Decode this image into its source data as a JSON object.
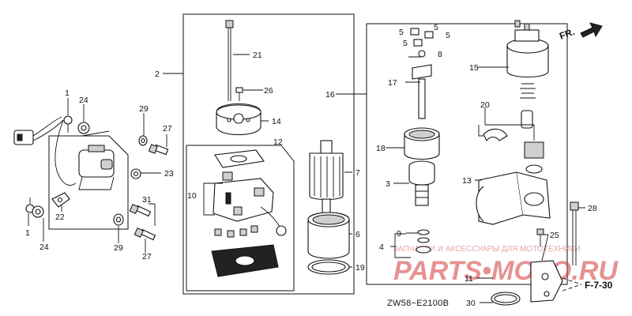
{
  "diagram": {
    "code": "ZW58−E2100B",
    "direction_label": "FR.",
    "reference_label": "F-7-30",
    "watermark_small": "ЗАПЧАСТИ И АКСЕССУАРЫ ДЛЯ МОТОТЕХНИКИ",
    "watermark_big": "PARTS•MOTO.RU"
  },
  "callouts": {
    "c1a": "1",
    "c1b": "1",
    "c2": "2",
    "c3": "3",
    "c4": "4",
    "c5a": "5",
    "c5b": "5",
    "c5c": "5",
    "c5d": "5",
    "c6": "6",
    "c7": "7",
    "c8": "8",
    "c9": "9",
    "c10": "10",
    "c11": "11",
    "c12": "12",
    "c13": "13",
    "c14": "14",
    "c15": "15",
    "c16": "16",
    "c17": "17",
    "c18": "18",
    "c19": "19",
    "c20": "20",
    "c21": "21",
    "c22": "22",
    "c23": "23",
    "c24a": "24",
    "c24b": "24",
    "c25": "25",
    "c26": "26",
    "c27a": "27",
    "c27b": "27",
    "c28": "28",
    "c29a": "29",
    "c29b": "29",
    "c30": "30",
    "c31": "31"
  }
}
